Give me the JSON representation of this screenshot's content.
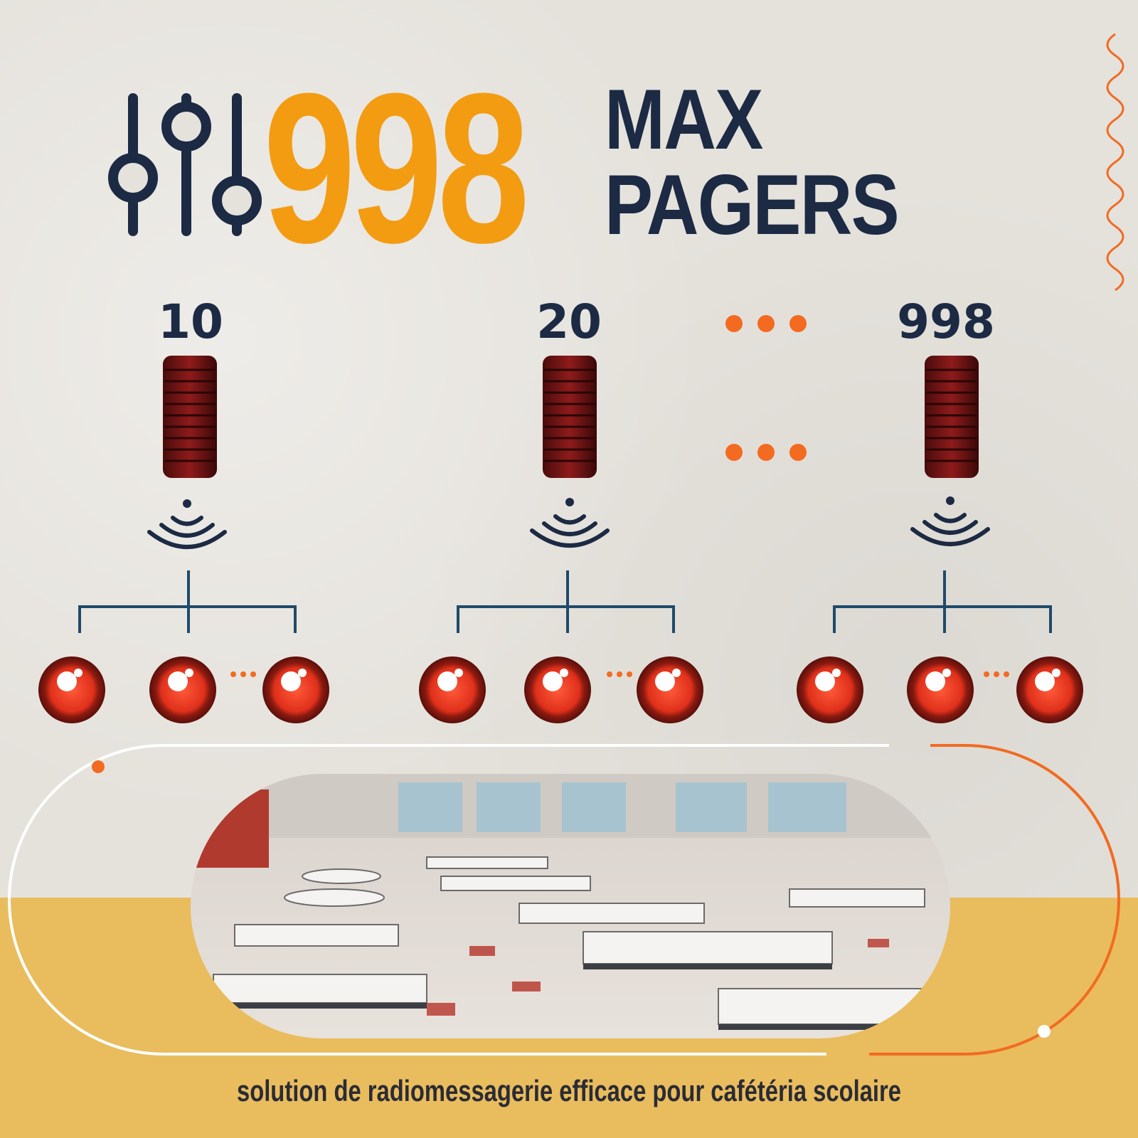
{
  "headline": {
    "number": "998",
    "line1": "MAX",
    "line2": "PAGERS"
  },
  "columns": [
    {
      "label": "10"
    },
    {
      "label": "20"
    },
    {
      "label": "998"
    }
  ],
  "caption": "solution de radiomessagerie efficace pour cafétéria scolaire",
  "colors": {
    "accent_orange": "#f39c12",
    "dark_navy": "#1c2a44",
    "line_orange": "#f26b21",
    "band_yellow": "#e9bd5e",
    "connector_blue": "#1f4a6b"
  },
  "icons": [
    "sliders-icon",
    "wireless-signal-icon",
    "pager-stack",
    "coaster-pager",
    "ellipsis-dots"
  ]
}
